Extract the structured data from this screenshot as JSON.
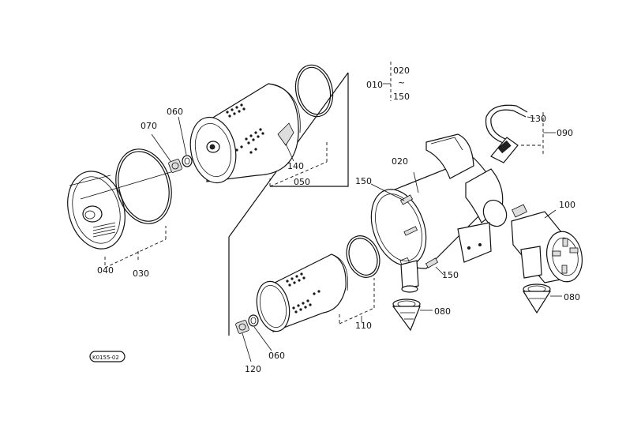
{
  "parts": {
    "p010": "010",
    "p020a": "020",
    "p020b": "020",
    "p030": "030",
    "p040": "040",
    "p050": "050",
    "p060a": "060",
    "p060b": "060",
    "p070": "070",
    "p080a": "080",
    "p080b": "080",
    "p090": "090",
    "p100": "100",
    "p110": "110",
    "p120": "120",
    "p130": "130",
    "p140": "140",
    "p150a": "150",
    "p150b": "150",
    "p150c": "150"
  },
  "range_tilde": "~",
  "figure_code": "K0155-02"
}
